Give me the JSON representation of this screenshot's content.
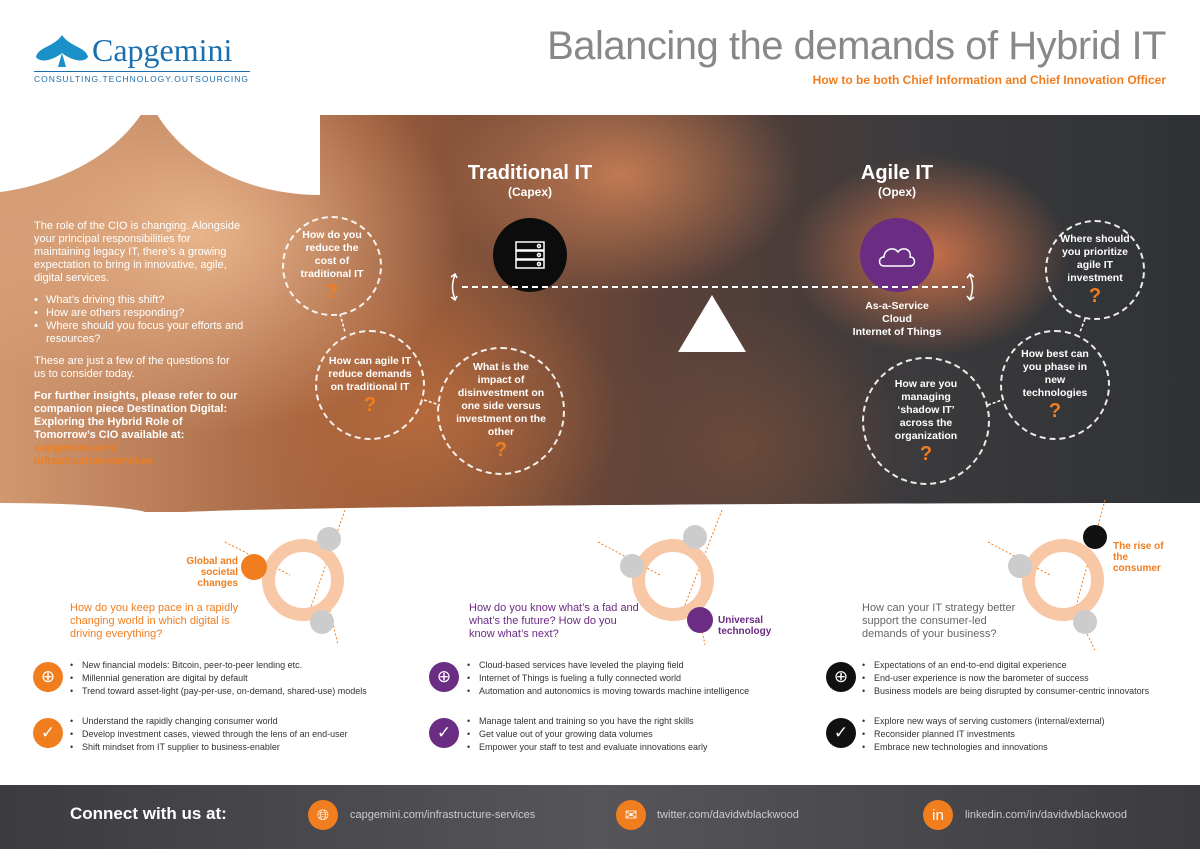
{
  "header": {
    "logo_text": "Capgemini",
    "logo_tagline": "CONSULTING.TECHNOLOGY.OUTSOURCING",
    "title": "Balancing the demands of Hybrid IT",
    "subtitle": "How to be both Chief Information and Chief Innovation Officer"
  },
  "intro": {
    "paragraph": "The role of the CIO is changing. Alongside your principal responsibilities for maintaining legacy IT, there’s a growing expectation to bring in innovative, agile, digital services.",
    "bullets": [
      "What’s driving this shift?",
      "How are others responding?",
      "Where should you focus your efforts and resources?"
    ],
    "closing": "These are just a few of the questions for us to consider today.",
    "further": "For further insights, please refer to our companion piece Destination Digital: Exploring the Hybrid Role of Tomorrow’s CIO available at:",
    "link": "capgemini.com/ infrastructure-services"
  },
  "traditional": {
    "title": "Traditional IT",
    "sub": "(Capex)",
    "icon": "server-icon",
    "questions": [
      "How do you reduce the cost of traditional IT",
      "How can agile IT reduce demands on traditional IT",
      "What is the impact of disinvestment on one side versus investment on the other"
    ]
  },
  "agile": {
    "title": "Agile IT",
    "sub": "(Opex)",
    "icon": "cloud-icon",
    "caption": [
      "As-a-Service",
      "Cloud",
      "Internet of Things"
    ],
    "questions": [
      "Where should you prioritize agile IT investment",
      "How best can you phase in new technologies",
      "How are you managing ‘shadow IT’ across the organization"
    ]
  },
  "qmark": "?",
  "columns": [
    {
      "label": "Global and societal changes",
      "question": "How do you keep pace in a rapidly changing world in which digital is driving everything?",
      "color": "#f07d1e",
      "drivers": [
        "New financial models: Bitcoin, peer-to-peer lending etc.",
        "Millennial generation are digital by default",
        "Trend toward asset-light (pay-per-use, on-demand, shared-use) models"
      ],
      "actions": [
        "Understand the rapidly changing consumer world",
        "Develop investment cases, viewed through the lens of an end-user",
        "Shift mindset from IT supplier to business-enabler"
      ]
    },
    {
      "label": "Universal technology",
      "question": "How do you know what’s a fad and what’s the future? How do you know what’s next?",
      "color": "#6b2c83",
      "drivers": [
        "Cloud-based services have leveled the playing field",
        "Internet of Things is fueling a fully connected world",
        "Automation and autonomics is moving towards machine intelligence"
      ],
      "actions": [
        "Manage talent and training so you have the right skills",
        "Get value out of your growing data volumes",
        "Empower your staff to test and evaluate innovations early"
      ]
    },
    {
      "label": "The rise of the consumer",
      "question": "How can your IT strategy better support the consumer-led demands of your business?",
      "color": "#111111",
      "drivers": [
        "Expectations of an end-to-end digital experience",
        "End-user experience is now the barometer of success",
        "Business models are being disrupted by consumer-centric innovators"
      ],
      "actions": [
        "Explore new ways of serving customers (internal/external)",
        "Reconsider planned IT investments",
        "Embrace new technologies and innovations"
      ]
    }
  ],
  "footer": {
    "heading": "Connect with us at:",
    "links": [
      "capgemini.com/infrastructure-services",
      "twitter.com/davidwblackwood",
      "linkedin.com/in/davidwblackwood"
    ]
  }
}
